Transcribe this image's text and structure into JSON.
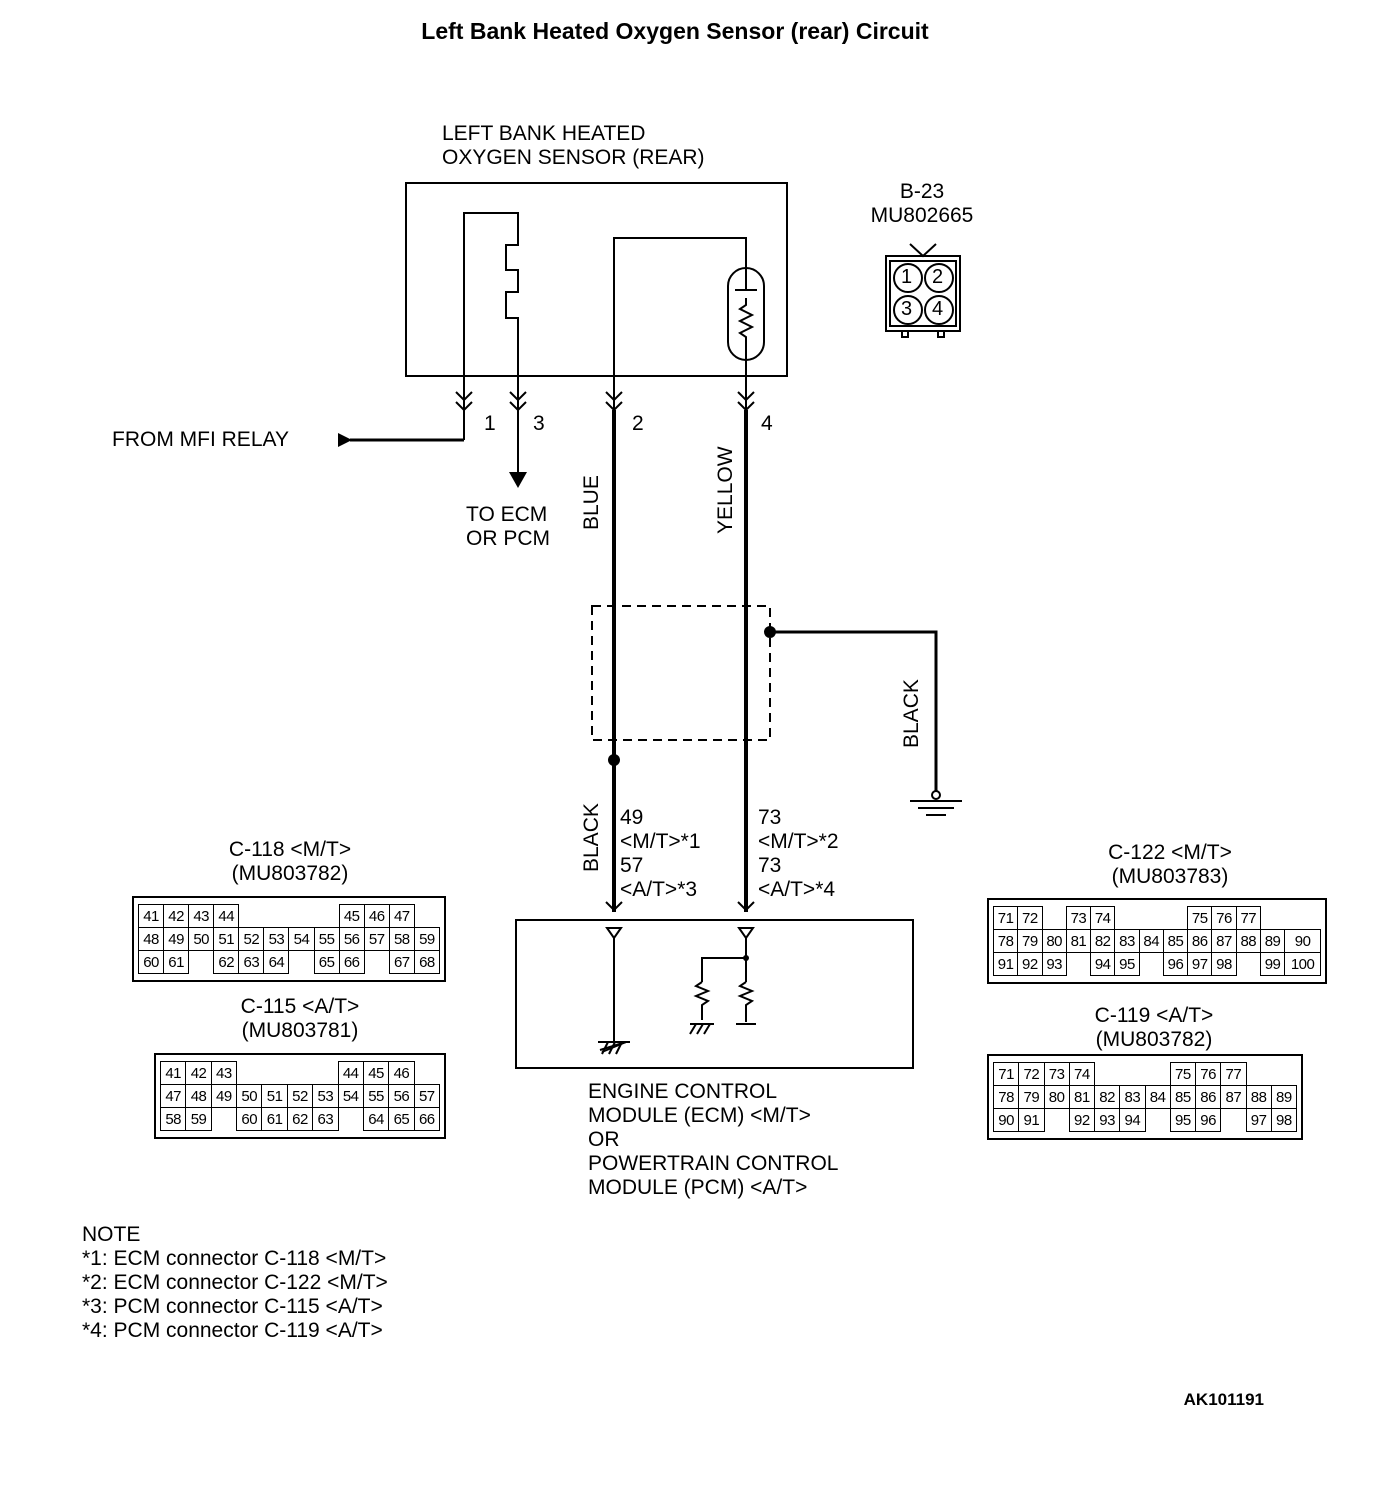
{
  "title": "Left Bank Heated Oxygen Sensor (rear) Circuit",
  "sensor": {
    "line1": "LEFT BANK HEATED",
    "line2": "OXYGEN SENSOR (REAR)"
  },
  "b23": {
    "id": "B-23",
    "part": "MU802665",
    "pins": [
      "1",
      "2",
      "3",
      "4"
    ]
  },
  "from_mfi": "FROM MFI RELAY",
  "to_ecm": {
    "line1": "TO ECM",
    "line2": "OR PCM"
  },
  "pins": {
    "p1": "1",
    "p3": "3",
    "p2": "2",
    "p4": "4"
  },
  "wires": {
    "blue": "BLUE",
    "yellow": "YELLOW",
    "black_ground": "BLACK",
    "black_shield": "BLACK"
  },
  "ecm_pins": {
    "left": [
      "49",
      "<M/T>*1",
      "57",
      "<A/T>*3"
    ],
    "right": [
      "73",
      "<M/T>*2",
      "73",
      "<A/T>*4"
    ]
  },
  "ecm_label": [
    "ENGINE CONTROL",
    "MODULE (ECM) <M/T>",
    "OR",
    "POWERTRAIN CONTROL",
    "MODULE (PCM) <A/T>"
  ],
  "c118": {
    "name": "C-118 <M/T>",
    "part": "(MU803782)",
    "rows": [
      [
        "41",
        "42",
        "43",
        "44",
        "",
        "",
        "",
        "",
        "45",
        "46",
        "47"
      ],
      [
        "48",
        "49",
        "50",
        "51",
        "52",
        "53",
        "54",
        "55",
        "56",
        "57",
        "58",
        "59"
      ],
      [
        "60",
        "61",
        "",
        "62",
        "63",
        "64",
        "",
        "65",
        "66",
        "",
        "67",
        "68"
      ]
    ]
  },
  "c115": {
    "name": "C-115 <A/T>",
    "part": "(MU803781)",
    "rows": [
      [
        "41",
        "42",
        "43",
        "",
        "",
        "",
        "",
        "44",
        "45",
        "46"
      ],
      [
        "47",
        "48",
        "49",
        "50",
        "51",
        "52",
        "53",
        "54",
        "55",
        "56",
        "57"
      ],
      [
        "58",
        "59",
        "",
        "60",
        "61",
        "62",
        "63",
        "",
        "64",
        "65",
        "66"
      ]
    ]
  },
  "c122": {
    "name": "C-122 <M/T>",
    "part": "(MU803783)",
    "rows": [
      [
        "71",
        "72",
        "",
        "73",
        "74",
        "",
        "",
        "",
        "75",
        "76",
        "77"
      ],
      [
        "78",
        "79",
        "80",
        "81",
        "82",
        "83",
        "84",
        "85",
        "86",
        "87",
        "88",
        "89",
        "90"
      ],
      [
        "91",
        "92",
        "93",
        "",
        "94",
        "95",
        "",
        "96",
        "97",
        "98",
        "",
        "99",
        "100"
      ]
    ]
  },
  "c119": {
    "name": "C-119 <A/T>",
    "part": "(MU803782)",
    "rows": [
      [
        "71",
        "72",
        "73",
        "74",
        "",
        "",
        "",
        "75",
        "76",
        "77"
      ],
      [
        "78",
        "79",
        "80",
        "81",
        "82",
        "83",
        "84",
        "85",
        "86",
        "87",
        "88",
        "89"
      ],
      [
        "90",
        "91",
        "",
        "92",
        "93",
        "94",
        "",
        "95",
        "96",
        "",
        "97",
        "98"
      ]
    ]
  },
  "note": {
    "heading": "NOTE",
    "lines": [
      "*1: ECM connector C-118 <M/T>",
      "*2: ECM connector C-122 <M/T>",
      "*3: PCM connector C-115 <A/T>",
      "*4: PCM connector C-119 <A/T>"
    ]
  },
  "figure_id": "AK101191"
}
